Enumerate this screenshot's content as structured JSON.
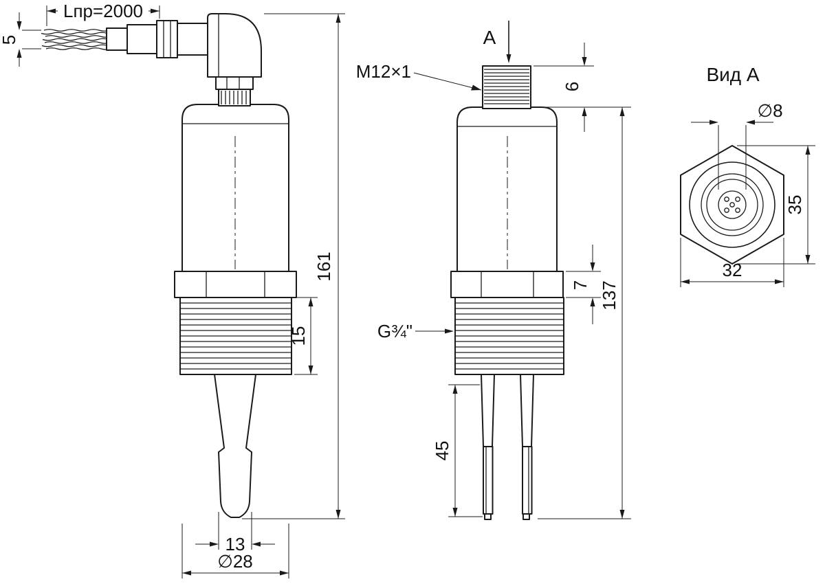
{
  "colors": {
    "background": "#ffffff",
    "line": "#1a1a1a"
  },
  "views": {
    "left": {
      "dims": {
        "cable_length": "Lпр=2000",
        "cable_dia": "5",
        "total_height": "161",
        "thread_length": "15",
        "fork_width": "13",
        "body_dia": "∅28"
      }
    },
    "middle": {
      "labels": {
        "section_view": "А",
        "connector_thread": "M12×1",
        "process_thread": "G¾\""
      },
      "dims": {
        "connector_height": "6",
        "nut_height": "7",
        "housing_height": "137",
        "fork_length": "45"
      }
    },
    "right": {
      "title": "Вид А",
      "dims": {
        "pin_face_dia": "∅8",
        "across_corners": "35",
        "across_flats": "32"
      }
    }
  }
}
